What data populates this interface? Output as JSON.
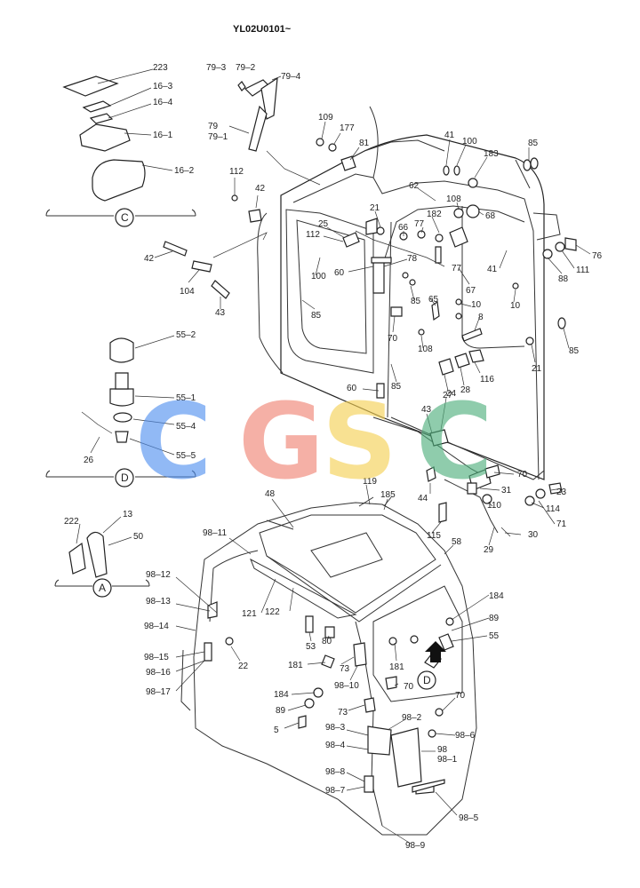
{
  "doc_code": "YL02U0101~",
  "watermark": {
    "letters": [
      "C",
      "G",
      "S",
      "C"
    ],
    "colors": [
      "#4f8ff0",
      "#f08070",
      "#f5d050",
      "#4cae7a"
    ]
  },
  "section_letters": {
    "C": "C",
    "D": "D",
    "A": "A",
    "D2": "D"
  },
  "callouts": {
    "c223": "223",
    "c16_3": "16–3",
    "c16_4": "16–4",
    "c16_1": "16–1",
    "c16_2": "16–2",
    "c79_3": "79–3",
    "c79_2": "79–2",
    "c79_4": "79–4",
    "c79": "79",
    "c79_1": "79–1",
    "c112a": "112",
    "c42a": "42",
    "c42b": "42",
    "c104": "104",
    "c43": "43",
    "c55_2": "55–2",
    "c55_1": "55–1",
    "c55_4": "55–4",
    "c55_5": "55–5",
    "c26": "26",
    "c222": "222",
    "c13": "13",
    "c50": "50",
    "c109": "109",
    "c177": "177",
    "c81": "81",
    "c41a": "41",
    "c100a": "100",
    "c85a": "85",
    "c183": "183",
    "c62": "62",
    "c108a": "108",
    "c68": "68",
    "c21a": "21",
    "c182": "182",
    "c77a": "77",
    "c25": "25",
    "c112b": "112",
    "c66": "66",
    "c78": "78",
    "c100b": "100",
    "c60a": "60",
    "c85b": "85",
    "c85c": "85",
    "c65": "65",
    "c10a": "10",
    "c67": "67",
    "c76": "76",
    "c111": "111",
    "c88": "88",
    "c41b": "41",
    "c77b": "77",
    "c10b": "10",
    "c8": "8",
    "c70a": "70",
    "c108b": "108",
    "c85d": "85",
    "c21b": "21",
    "c116": "116",
    "c28": "28",
    "c27": "27",
    "c85e": "85",
    "c60b": "60",
    "c43b": "43",
    "c24": "24",
    "c70b": "70",
    "c31": "31",
    "c23": "23",
    "c114": "114",
    "c110": "110",
    "c71": "71",
    "c44": "44",
    "c115": "115",
    "c30": "30",
    "c29": "29",
    "c48": "48",
    "c119": "119",
    "c185": "185",
    "c98_11": "98–11",
    "c58": "58",
    "c98_12": "98–12",
    "c98_13": "98–13",
    "c121": "121",
    "c122": "122",
    "c98_14": "98–14",
    "c184a": "184",
    "c89a": "89",
    "c55": "55",
    "c53": "53",
    "c80": "80",
    "c98_15": "98–15",
    "c22": "22",
    "c98_16": "98–16",
    "c181a": "181",
    "c181b": "181",
    "c73a": "73",
    "c98_17": "98–17",
    "c98_10": "98–10",
    "c70c": "70",
    "c184b": "184",
    "c89b": "89",
    "c73b": "73",
    "c70d": "70",
    "c5": "5",
    "c98_2": "98–2",
    "c98_3": "98–3",
    "c98_6": "98–6",
    "c98_4": "98–4",
    "c98": "98",
    "c98_1": "98–1",
    "c98_8": "98–8",
    "c98_7": "98–7",
    "c98_5": "98–5",
    "c98_9": "98–9"
  }
}
